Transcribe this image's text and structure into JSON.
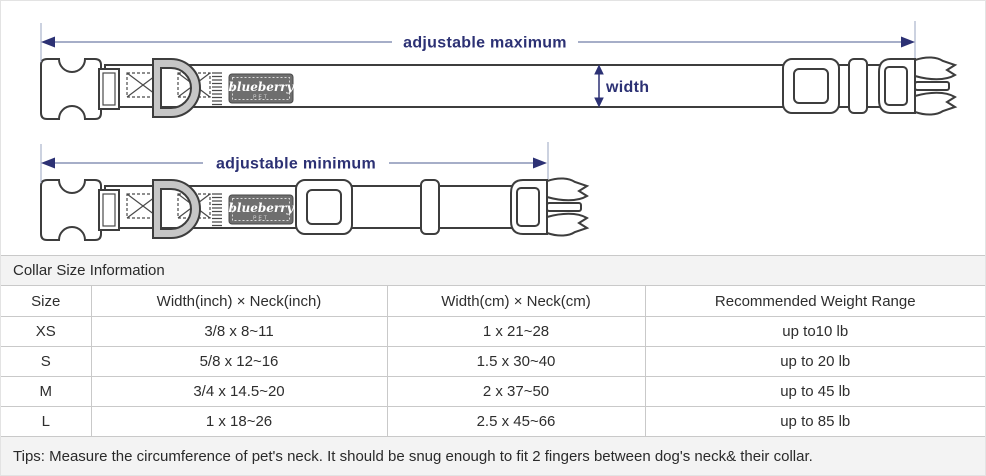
{
  "diagram": {
    "labels": {
      "adjustable_maximum": "adjustable maximum",
      "adjustable_minimum": "adjustable minimum",
      "width": "width"
    },
    "brand": {
      "name": "blueberry",
      "sub": "PET"
    },
    "colors": {
      "annotation_navy": "#2c3174",
      "dimension_line": "#8893b5",
      "drawing_outline": "#3d3d3d",
      "brand_label_bg": "#6e6e6e"
    }
  },
  "table": {
    "title": "Collar Size Information",
    "headers": [
      "Size",
      "Width(inch) × Neck(inch)",
      "Width(cm) × Neck(cm)",
      "Recommended Weight Range"
    ],
    "rows": [
      [
        "XS",
        "3/8 x 8~11",
        "1 x 21~28",
        "up to10 lb"
      ],
      [
        "S",
        "5/8 x 12~16",
        "1.5 x 30~40",
        "up to 20 lb"
      ],
      [
        "M",
        "3/4 x 14.5~20",
        "2 x 37~50",
        "up to 45 lb"
      ],
      [
        "L",
        "1 x 18~26",
        "2.5 x 45~66",
        "up to 85 lb"
      ]
    ],
    "tips": "Tips: Measure the circumference of pet's neck. It should be snug enough to fit 2 fingers between dog's neck& their collar."
  }
}
